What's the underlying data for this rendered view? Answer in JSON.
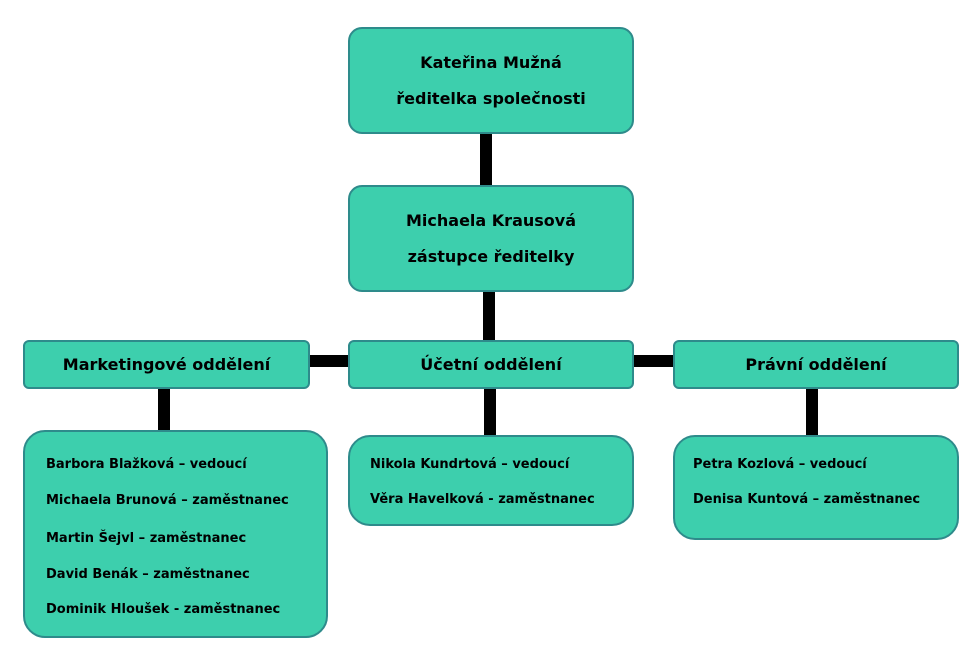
{
  "director": {
    "name": "Kateřina Mužná",
    "role": "ředitelka společnosti"
  },
  "deputy": {
    "name": "Michaela Krausová",
    "role": "zástupce ředitelky"
  },
  "departments": [
    {
      "name": "Marketingové oddělení",
      "members": [
        "Barbora Blažková – vedoucí",
        "Michaela Brunová – zaměstnanec",
        "Martin Šejvl – zaměstnanec",
        "David Benák – zaměstnanec",
        "Dominik Hloušek - zaměstnanec"
      ]
    },
    {
      "name": "Účetní oddělení",
      "members": [
        "Nikola Kundrtová – vedoucí",
        "Věra Havelková - zaměstnanec"
      ]
    },
    {
      "name": "Právní oddělení",
      "members": [
        "Petra Kozlová – vedoucí",
        "Denisa Kuntová – zaměstnanec"
      ]
    }
  ],
  "colors": {
    "box_fill": "#3dcfad",
    "box_border": "#2e8b8b",
    "connector": "#000000"
  }
}
